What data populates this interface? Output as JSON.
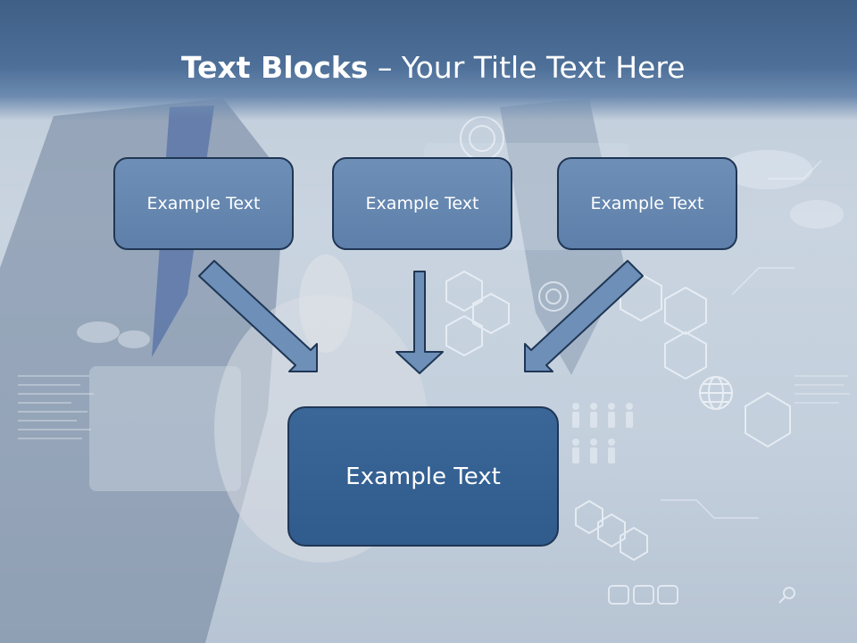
{
  "slide": {
    "title_bold": "Text Blocks",
    "title_rest": " – Your Title Text Here",
    "boxes": [
      {
        "label": "Example Text"
      },
      {
        "label": "Example Text"
      },
      {
        "label": "Example Text"
      }
    ],
    "target_box": {
      "label": "Example Text"
    }
  },
  "colors": {
    "title_bar": "#4a6b93",
    "box_fill": "#6384ad",
    "box_border": "#1f3654",
    "target_fill": "#33608f",
    "arrow_fill": "#6d8fb8",
    "text": "#ffffff"
  },
  "icons": [
    "globe-icon",
    "world-map-icon",
    "hexagon-network-icon",
    "people-icons",
    "search-icon"
  ]
}
